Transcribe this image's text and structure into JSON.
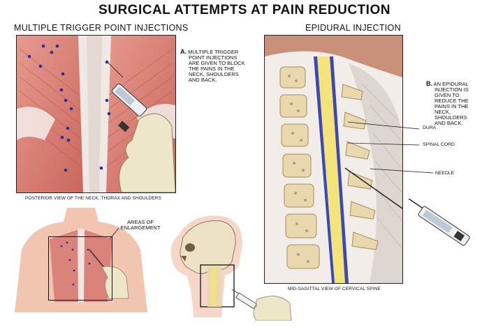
{
  "title": "SURGICAL ATTEMPTS AT PAIN REDUCTION",
  "trigger_panel": {
    "heading": "MULTIPLE TRIGGER POINT INJECTIONS",
    "annotation_letter": "A.",
    "annotation_lines": [
      "MULTIPLE TRIGGER",
      "POINT INJECTIONS",
      "ARE GIVEN TO BLOCK",
      "THE PAINS IN THE",
      "NECK, SHOULDERS",
      "AND BACK."
    ],
    "caption": "POSTERIOR VIEW OF THE NECK, THORAX AND SHOULDERS"
  },
  "enlargement": {
    "label_lines": [
      "AREAS OF",
      "ENLARGEMENT"
    ]
  },
  "epidural_panel": {
    "heading": "EPIDURAL INJECTION",
    "annotation_letter": "B.",
    "annotation_lines": [
      "AN EPIDURAL",
      "INJECTION IS",
      "GIVEN TO",
      "REDUCE THE",
      "PAINS IN THE",
      "NECK,",
      "SHOULDERS",
      "AND BACK."
    ],
    "labels": {
      "dura": "DURA",
      "spinal_cord": "SPINAL CORD",
      "needle": "NEEDLE"
    },
    "caption": "MID-SAGITTAL VIEW OF CERVICAL SPINE"
  },
  "colors": {
    "muscle": "#d9837a",
    "muscle_dark": "#b85a52",
    "skin": "#f2c5b0",
    "bone": "#e9d7ad",
    "cord": "#f3e37a",
    "dura_blue": "#3a49b5",
    "injection_dot": "#2c2f9a"
  }
}
